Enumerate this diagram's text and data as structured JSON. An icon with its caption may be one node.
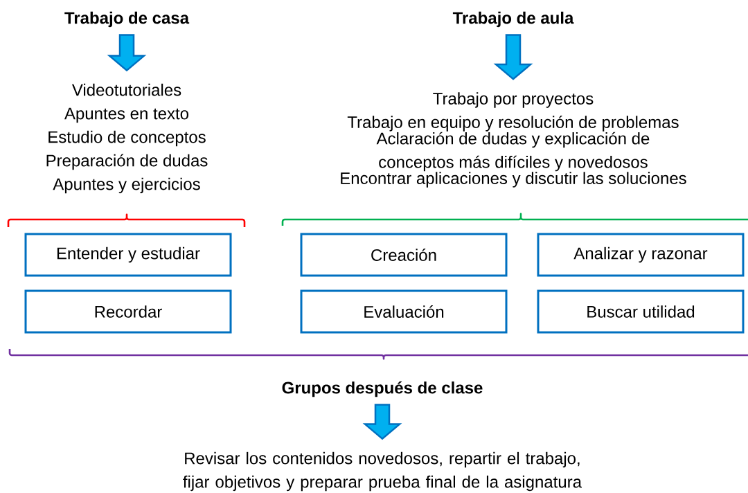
{
  "diagram": {
    "nodes": [
      {
        "text": [
          "Trabajo de casa"
        ]
      },
      {
        "text": [
          "Videotutoriales",
          "Apuntes en texto",
          "Estudio de conceptos",
          "Preparación de dudas",
          "Apuntes y ejercicios"
        ]
      },
      {
        "text": [
          "Trabajo de aula"
        ]
      },
      {
        "text": [
          "Trabajo por proyectos",
          "Trabajo en equipo y resolución de problemas",
          "Aclaración de dudas y explicación de conceptos más difíciles y novedosos",
          "Encontrar aplicaciones y discutir las soluciones"
        ]
      },
      {
        "text": [
          "Entender y estudiar"
        ]
      },
      {
        "text": [
          "Creación"
        ]
      },
      {
        "text": [
          "Analizar y razonar"
        ]
      },
      {
        "text": [
          "Recordar"
        ]
      },
      {
        "text": [
          "Evaluación"
        ]
      },
      {
        "text": [
          "Buscar utilidad"
        ]
      },
      {
        "text": [
          "Grupos después de clase"
        ]
      },
      {
        "text": [
          "Revisar los contenidos novedosos, repartir el trabajo, fijar objetivos y preparar prueba final de la asignatura"
        ]
      }
    ],
    "edges": [
      {
        "from": 0,
        "to": 1,
        "arrow": "to"
      },
      {
        "from": 2,
        "to": 3,
        "arrow": "to"
      },
      {
        "from": 10,
        "to": 11,
        "arrow": "to"
      }
    ]
  }
}
